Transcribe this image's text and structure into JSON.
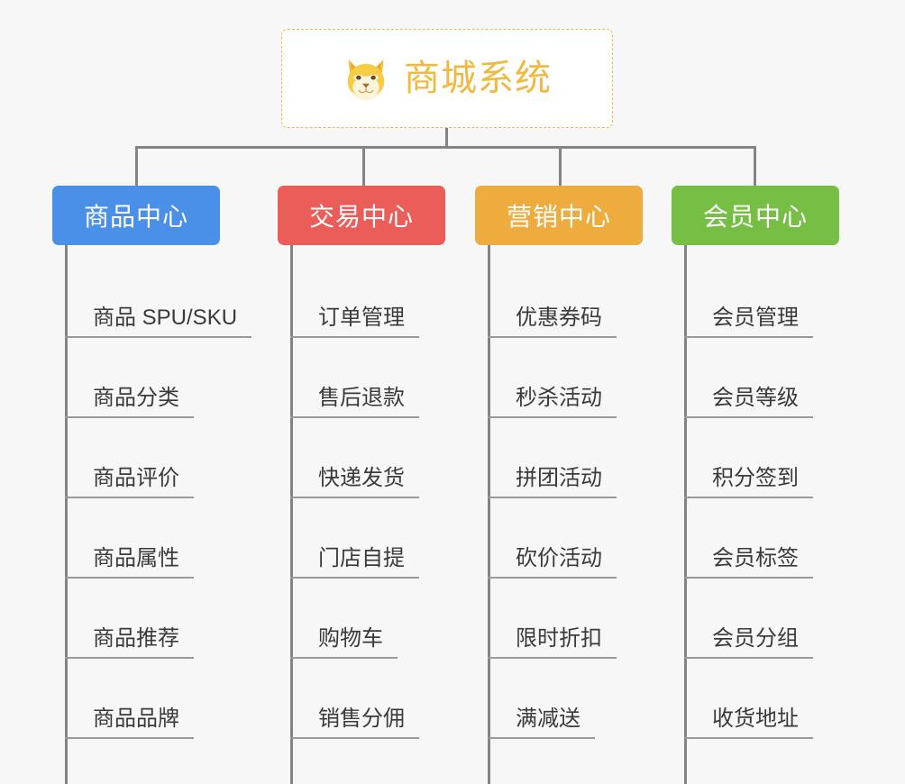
{
  "page": {
    "background_color": "#f7f7f7",
    "line_color": "#848484"
  },
  "root": {
    "title": "商城系统",
    "icon": "shiba-dog-face-icon",
    "text_color": "#f0b93f",
    "border_color": "#f2b846",
    "background_color": "#ffffff"
  },
  "columns": [
    {
      "id": "product-center",
      "header": "商品中心",
      "color": "#4a90e8",
      "items": [
        "商品 SPU/SKU",
        "商品分类",
        "商品评价",
        "商品属性",
        "商品推荐",
        "商品品牌"
      ]
    },
    {
      "id": "trade-center",
      "header": "交易中心",
      "color": "#ea5d58",
      "items": [
        "订单管理",
        "售后退款",
        "快递发货",
        "门店自提",
        "购物车",
        "销售分佣"
      ]
    },
    {
      "id": "marketing-center",
      "header": "营销中心",
      "color": "#eeab3e",
      "items": [
        "优惠券码",
        "秒杀活动",
        "拼团活动",
        "砍价活动",
        "限时折扣",
        "满减送"
      ]
    },
    {
      "id": "member-center",
      "header": "会员中心",
      "color": "#77bf44",
      "items": [
        "会员管理",
        "会员等级",
        "积分签到",
        "会员标签",
        "会员分组",
        "收货地址"
      ]
    }
  ]
}
